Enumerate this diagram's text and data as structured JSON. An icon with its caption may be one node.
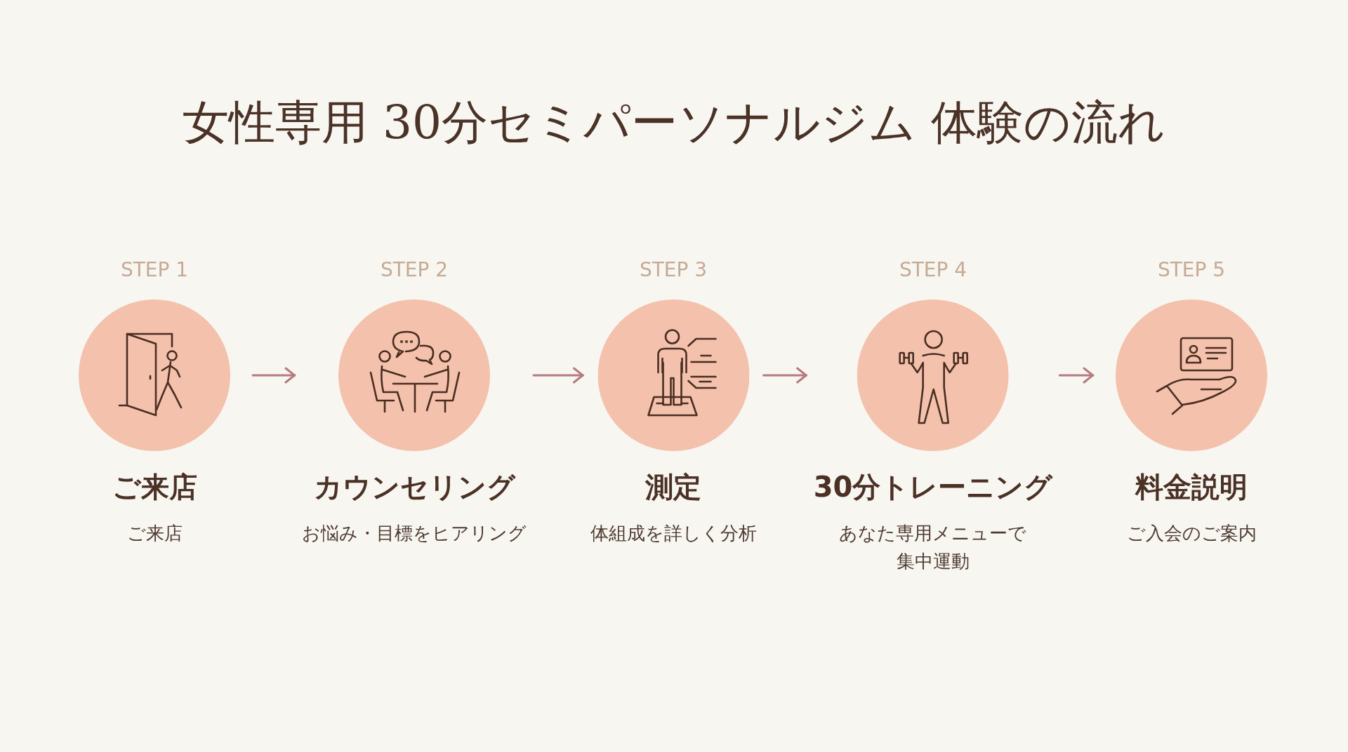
{
  "diagram": {
    "title": "女性専用 30分セミパーソナルジム 体験の流れ",
    "nodes": [
      {
        "text": [
          "STEP 1",
          "ご来店",
          "ご来店"
        ]
      },
      {
        "text": [
          "STEP 2",
          "カウンセリング",
          "お悩み・目標をヒアリング"
        ]
      },
      {
        "text": [
          "STEP 3",
          "測定",
          "体組成を詳しく分析"
        ]
      },
      {
        "text": [
          "STEP 4",
          "30分トレーニング",
          "あなた専用メニューで集中運動"
        ]
      },
      {
        "text": [
          "STEP 5",
          "料金説明",
          "ご入会のご案内"
        ]
      }
    ],
    "edges": [
      {
        "from": 0,
        "to": 1,
        "arrow": "to"
      },
      {
        "from": 1,
        "to": 2,
        "arrow": "to"
      },
      {
        "from": 2,
        "to": 3,
        "arrow": "to"
      },
      {
        "from": 3,
        "to": 4,
        "arrow": "to"
      }
    ]
  }
}
